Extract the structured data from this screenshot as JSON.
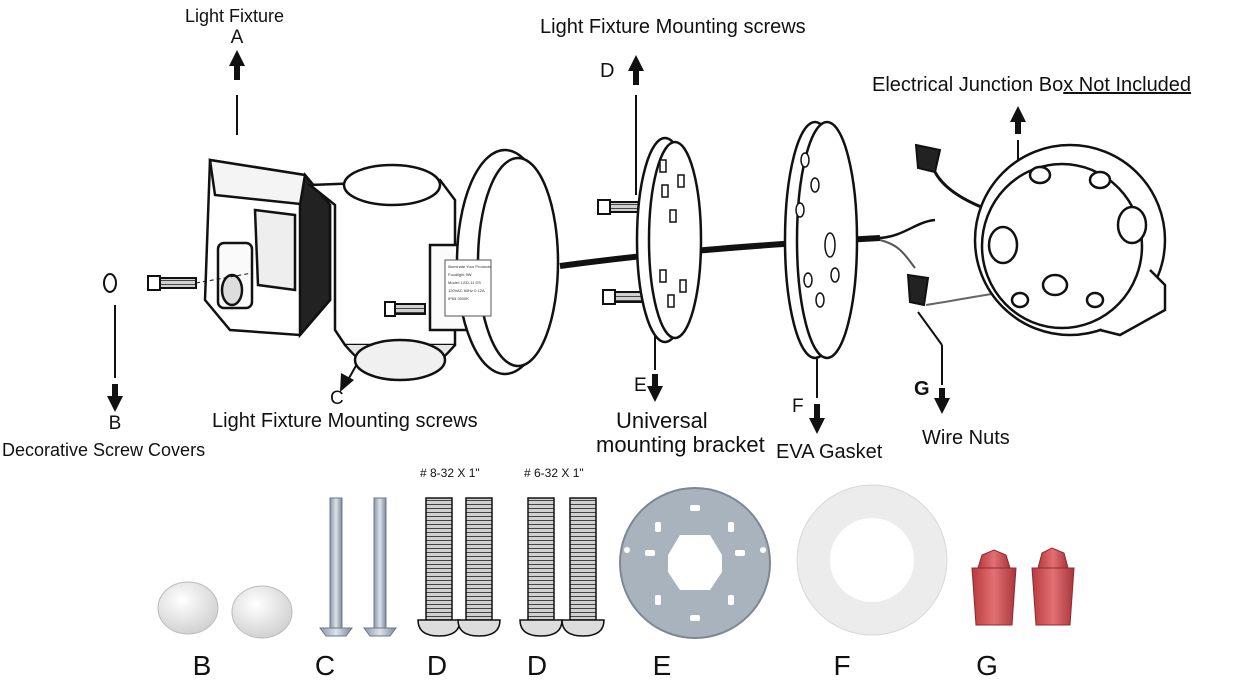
{
  "callouts": {
    "a": {
      "letter": "A",
      "name": "Light Fixture"
    },
    "b": {
      "letter": "B",
      "name": "Decorative Screw Covers"
    },
    "c": {
      "letter": "C",
      "name": "Light Fixture Mounting screws"
    },
    "d": {
      "letter": "D",
      "name": "Light Fixture Mounting screws"
    },
    "e": {
      "letter": "E",
      "name_line1": "Universal",
      "name_line2": "mounting bracket"
    },
    "f": {
      "letter": "F",
      "name": "EVA Gasket"
    },
    "g": {
      "letter": "G",
      "name": "Wire Nuts"
    },
    "box": {
      "name_prefix": "Electrical Junction Bo",
      "name_underlined": "x Not Included"
    }
  },
  "fixture_label": {
    "line1": "Illuminate Your Products",
    "line2": "Foodlight 9W",
    "line3": "Model: LED-11 DS",
    "line4": "120VAC 60Hz 0.12A",
    "line5": "IP65   3000K"
  },
  "parts": {
    "screw_spec_1": "# 8-32 X 1\"",
    "screw_spec_2": "# 6-32 X 1\"",
    "letters": [
      "B",
      "C",
      "D",
      "D",
      "E",
      "F",
      "G"
    ]
  },
  "colors": {
    "line": "#111111",
    "bracket_gray": "#a9b3bd",
    "cover_white": "#f0f0f0",
    "gasket": "#ececec",
    "wirenut_red": "#c8474a"
  }
}
